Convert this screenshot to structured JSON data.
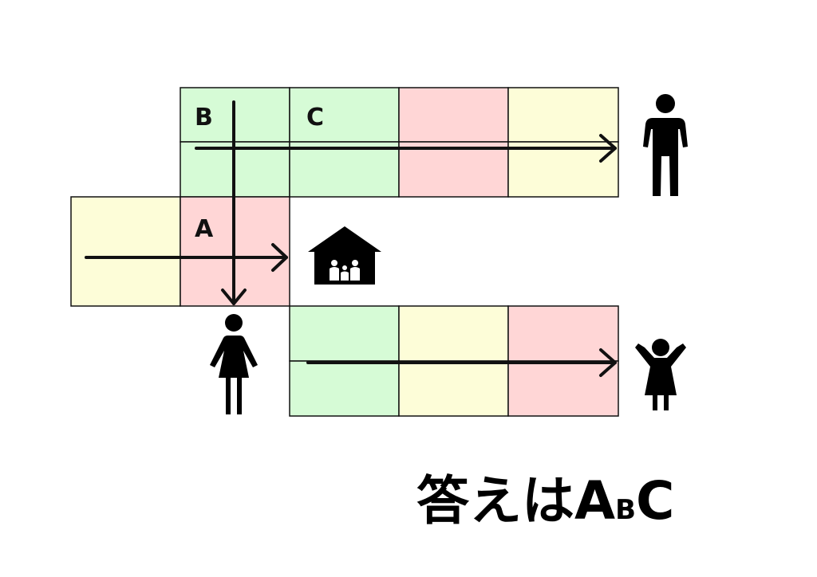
{
  "labels": {
    "a": "A",
    "b": "B",
    "c": "C"
  },
  "answer": {
    "prefix": "答えはA",
    "small": "B",
    "suffix": "C"
  },
  "icons": [
    "man-icon",
    "woman-icon",
    "child-icon",
    "family-house-icon"
  ],
  "colors": {
    "green": "#d6fbd6",
    "pink": "#ffd6d6",
    "yellow": "#fdfdd8",
    "ink": "#111111"
  }
}
